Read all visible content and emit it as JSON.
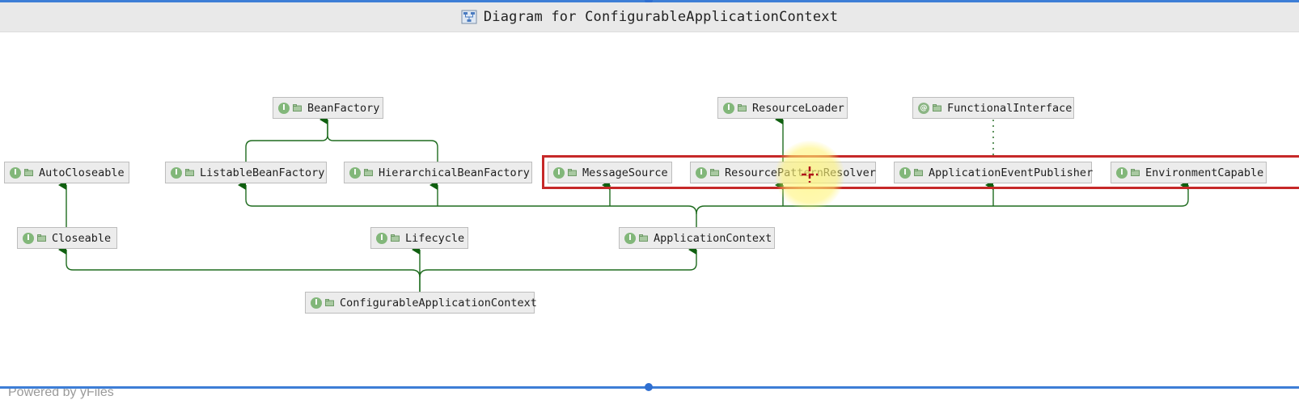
{
  "window": {
    "title": "Diagram for ConfigurableApplicationContext",
    "title_icon": "diagram-icon",
    "accent_color": "#3d7ed6"
  },
  "diagram": {
    "nodes": {
      "bean_factory": {
        "label": "BeanFactory",
        "kind": "interface"
      },
      "resource_loader": {
        "label": "ResourceLoader",
        "kind": "interface"
      },
      "functional_interface": {
        "label": "FunctionalInterface",
        "kind": "annotation"
      },
      "auto_closeable": {
        "label": "AutoCloseable",
        "kind": "interface"
      },
      "listable_bean_factory": {
        "label": "ListableBeanFactory",
        "kind": "interface"
      },
      "hierarchical_bean_factory": {
        "label": "HierarchicalBeanFactory",
        "kind": "interface"
      },
      "message_source": {
        "label": "MessageSource",
        "kind": "interface"
      },
      "resource_pattern_resolver": {
        "label": "ResourcePatternResolver",
        "kind": "interface"
      },
      "application_event_publisher": {
        "label": "ApplicationEventPublisher",
        "kind": "interface"
      },
      "environment_capable": {
        "label": "EnvironmentCapable",
        "kind": "interface"
      },
      "closeable": {
        "label": "Closeable",
        "kind": "interface"
      },
      "lifecycle": {
        "label": "Lifecycle",
        "kind": "interface"
      },
      "application_context": {
        "label": "ApplicationContext",
        "kind": "interface"
      },
      "configurable_application_context": {
        "label": "ConfigurableApplicationContext",
        "kind": "interface"
      }
    },
    "badges": {
      "interface": "I",
      "annotation": "@"
    },
    "edge_color": "#1e6b1e",
    "highlight_color": "#c62828"
  },
  "footer": {
    "powered_by": "Powered by yFiles"
  }
}
